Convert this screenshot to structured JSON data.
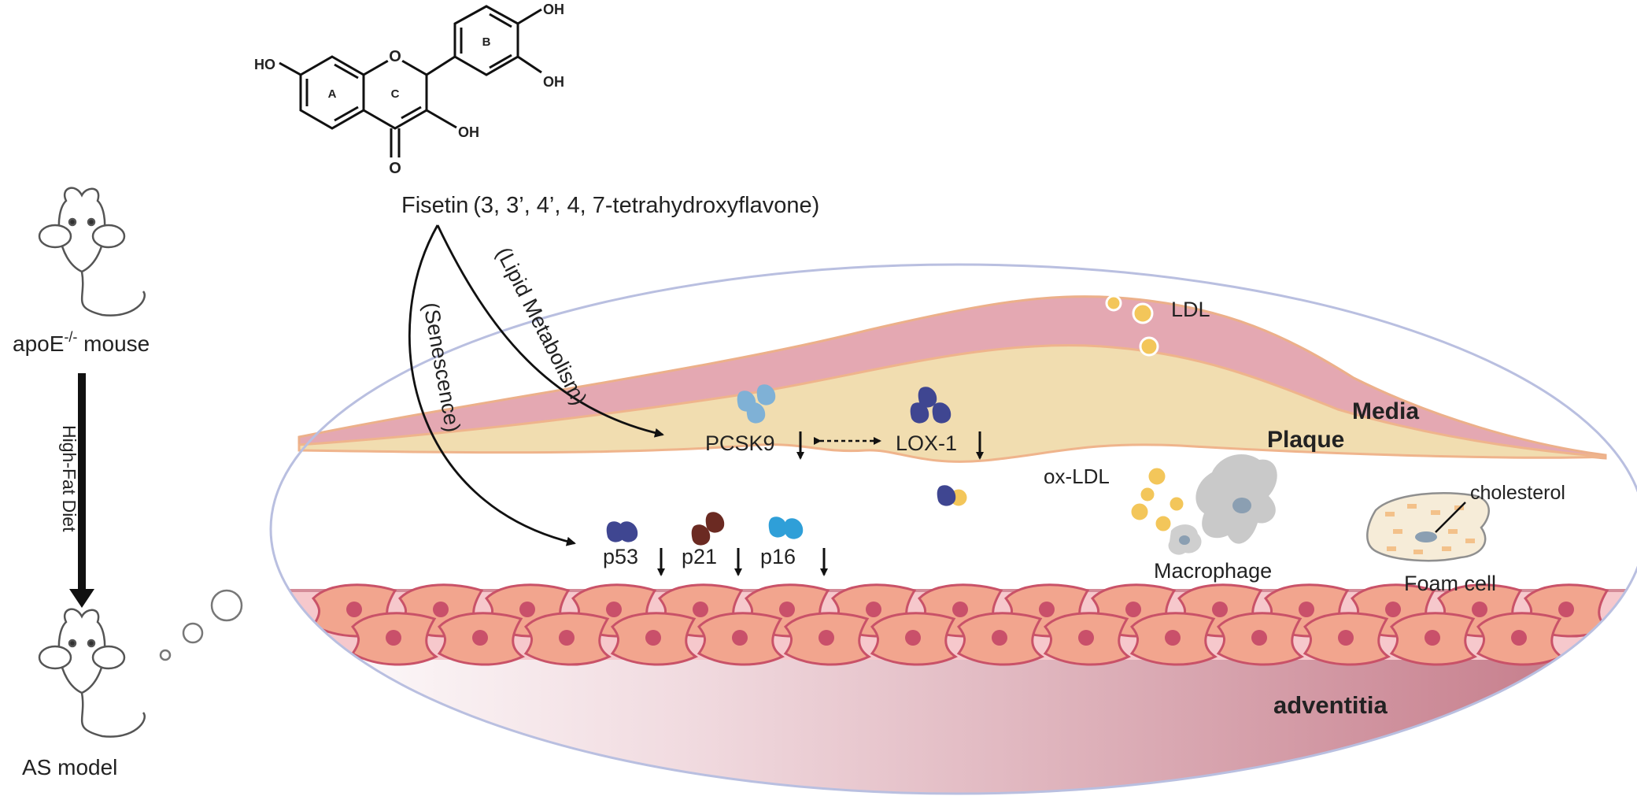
{
  "molecule": {
    "name_full": "Fisetin (3, 3’, 4’, 4, 7-tetrahydroxyflavone)",
    "ring_a": "A",
    "ring_b": "B",
    "ring_c": "C",
    "oh": "OH",
    "ho": "HO",
    "ring_o": "O",
    "carbonyl_o": "O"
  },
  "mouse": {
    "top_label_prefix": "apoE",
    "top_label_sup": "-/-",
    "top_label_suffix": " mouse",
    "diet_label": "High-Fat Diet",
    "bottom_label": "AS model"
  },
  "pathways": {
    "lipid": "(Lipid Metabolism)",
    "senescence": "(Senescence)"
  },
  "markers": {
    "pcsk9": "PCSK9",
    "lox1": "LOX-1",
    "p53": "p53",
    "p21": "p21",
    "p16": "p16"
  },
  "vessel": {
    "ldl": "LDL",
    "media": "Media",
    "plaque": "Plaque",
    "ox_ldl": "ox-LDL",
    "macrophage": "Macrophage",
    "cholesterol": "cholesterol",
    "foam_cell": "Foam cell",
    "adventitia": "adventitia"
  },
  "colors": {
    "media_pink": "#e4a8b2",
    "plaque_yellow": "#f1ddb0",
    "smc_orange": "#f2a58e",
    "smc_nucleus": "#c9506a",
    "adventitia_dark": "#c0707f",
    "vessel_outline": "#b9bfe0",
    "lipid_yellow": "#f3c65a",
    "marker_navy": "#3f4691",
    "marker_lightblue": "#7fb1d6",
    "marker_brown": "#6b2a22",
    "marker_cyan": "#2f9fd8"
  }
}
